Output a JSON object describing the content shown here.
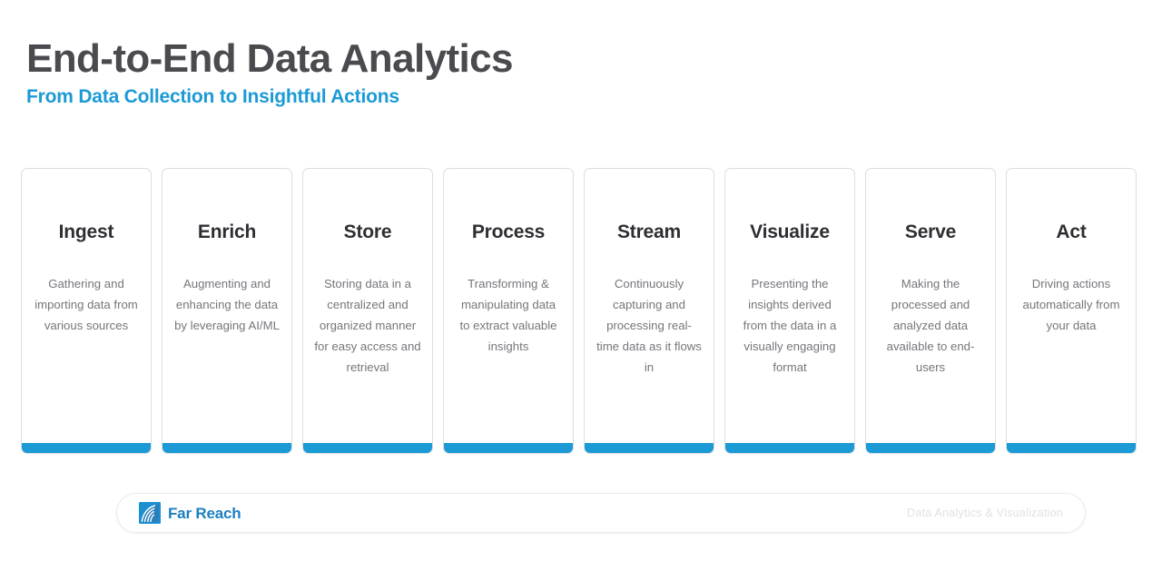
{
  "header": {
    "title": "End-to-End Data Analytics",
    "subtitle": "From Data Collection to Insightful Actions"
  },
  "colors": {
    "accent": "#1b9ad6",
    "title": "#4a4a4f",
    "card_title": "#2e2e33",
    "card_desc": "#76767c",
    "card_border": "#dcdde0",
    "brand": "#1b7fc0",
    "tagline": "#e0e1e4"
  },
  "cards": [
    {
      "title": "Ingest",
      "desc": "Gathering and importing data from various sources"
    },
    {
      "title": "Enrich",
      "desc": "Augmenting and enhancing the data by leveraging AI/ML"
    },
    {
      "title": "Store",
      "desc": "Storing data in a centralized and organized manner for easy access and retrieval"
    },
    {
      "title": "Process",
      "desc": "Transforming & manipulating data to extract valuable insights"
    },
    {
      "title": "Stream",
      "desc": "Continuously capturing and processing real-time data as it flows in"
    },
    {
      "title": "Visualize",
      "desc": "Presenting the insights derived from the data in a visually engaging format"
    },
    {
      "title": "Serve",
      "desc": "Making the processed and analyzed data available to end-users"
    },
    {
      "title": "Act",
      "desc": "Driving actions automatically from your data"
    }
  ],
  "footer": {
    "brand_name": "Far Reach",
    "brand_icon": "far-reach-wave-logo",
    "tagline": "Data Analytics & Visualization"
  }
}
